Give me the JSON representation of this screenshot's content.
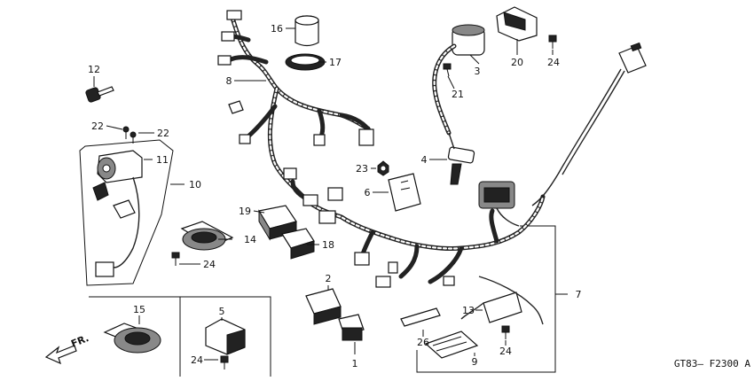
{
  "callouts": [
    "1",
    "2",
    "3",
    "4",
    "5",
    "6",
    "7",
    "8",
    "9",
    "10",
    "11",
    "12",
    "13",
    "14",
    "15",
    "16",
    "17",
    "18",
    "19",
    "20",
    "21",
    "22",
    "22",
    "23",
    "24",
    "24",
    "24",
    "24",
    "26"
  ],
  "direction_label": "FR.",
  "reference_code": "GT83– F2300 A",
  "icons": [
    "forward-arrow-icon"
  ]
}
